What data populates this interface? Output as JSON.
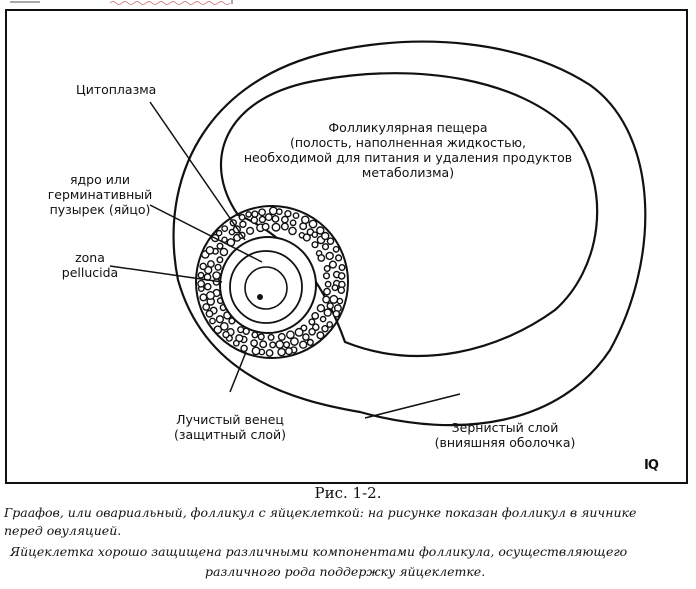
{
  "labels": {
    "cytoplasm": "Цитоплазма",
    "follicular_cavity": [
      "Фолликулярная пещера",
      "(полость, наполненная жидкостью,",
      "необходимой для питания и удаления продуктов",
      "метаболизма)"
    ],
    "nucleus": [
      "ядро или",
      "герминативный",
      "пузырек (яйцо)"
    ],
    "zona_pellucida": [
      "zona",
      "pellucida"
    ],
    "corona_radiata": [
      "Лучистый венец",
      "(защитный слой)"
    ],
    "granulosa": [
      "Зернистый слой",
      "(внияшняя оболочка)"
    ]
  },
  "signature": "IQ",
  "caption": {
    "title": "Рис. 1-2.",
    "lines": [
      "Граафов, или овариальный, фолликул с яйцеклеткой: на рисунке показан фолликул в яичнике",
      "перед овуляцией.",
      "Яйцеклетка хорошо защищена различными компонентами фолликула, осуществляющего",
      "различного рода поддержку яйцеклетке."
    ]
  },
  "colors": {
    "ink": "#111111",
    "background": "#ffffff"
  }
}
